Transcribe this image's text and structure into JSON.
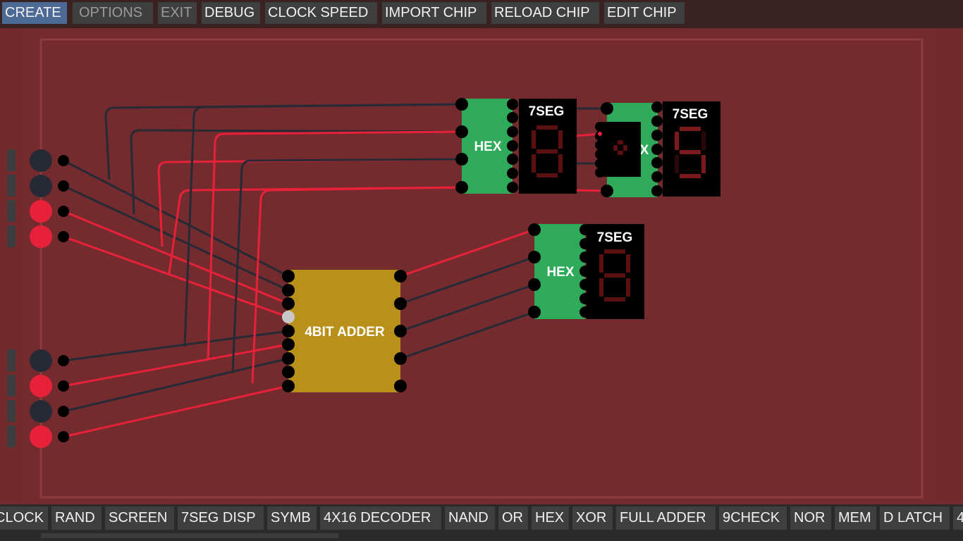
{
  "menu": {
    "create": "CREATE",
    "options": "OPTIONS",
    "exit": "EXIT",
    "debug": "DEBUG",
    "clock_speed": "CLOCK SPEED",
    "import_chip": "IMPORT CHIP",
    "reload_chip": "RELOAD CHIP",
    "edit_chip": "EDIT CHIP"
  },
  "chips": {
    "hex_top": "HEX",
    "seg_top_a": "7SEG",
    "seg_top_b": "7SEG",
    "hex_partial_suffix": "X",
    "adder": "4BIT ADDER",
    "hex_mid": "HEX",
    "seg_mid": "7SEG"
  },
  "palette": {
    "items": [
      "CLOCK",
      "RAND",
      "SCREEN",
      "7SEG DISP",
      "SYMB",
      "4X16 DECODER",
      "NAND",
      "OR",
      "HEX",
      "XOR",
      "FULL ADDER",
      "9CHECK",
      "NOR",
      "MEM",
      "D LATCH",
      "4"
    ]
  },
  "colors": {
    "background": "#722a2c",
    "wire_on": "#e8213a",
    "wire_off": "#252a35",
    "hex_chip": "#2fa95a",
    "adder_chip": "#b8901a",
    "seg_chip": "#000000",
    "active_menu": "#4d6a96"
  }
}
